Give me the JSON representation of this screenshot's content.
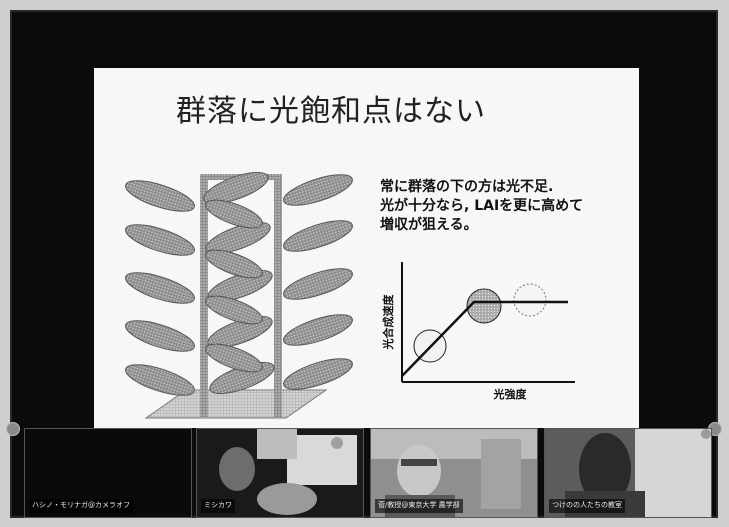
{
  "slide": {
    "title": "群落に光飽和点はない",
    "text_lines": [
      "常に群落の下の方は光不足.",
      "光が十分なら, LAIを更に高めて",
      "増収が狙える。"
    ],
    "graph": {
      "ylabel": "光合成速度",
      "xlabel": "光強度"
    }
  },
  "participants": [
    {
      "name": "ハシノ・モリナガ@カメラオフ"
    },
    {
      "name": "ミシカワ"
    },
    {
      "name": "菅/教授@東京大学 農学部"
    },
    {
      "name": "つけのの人たちの教室"
    }
  ]
}
